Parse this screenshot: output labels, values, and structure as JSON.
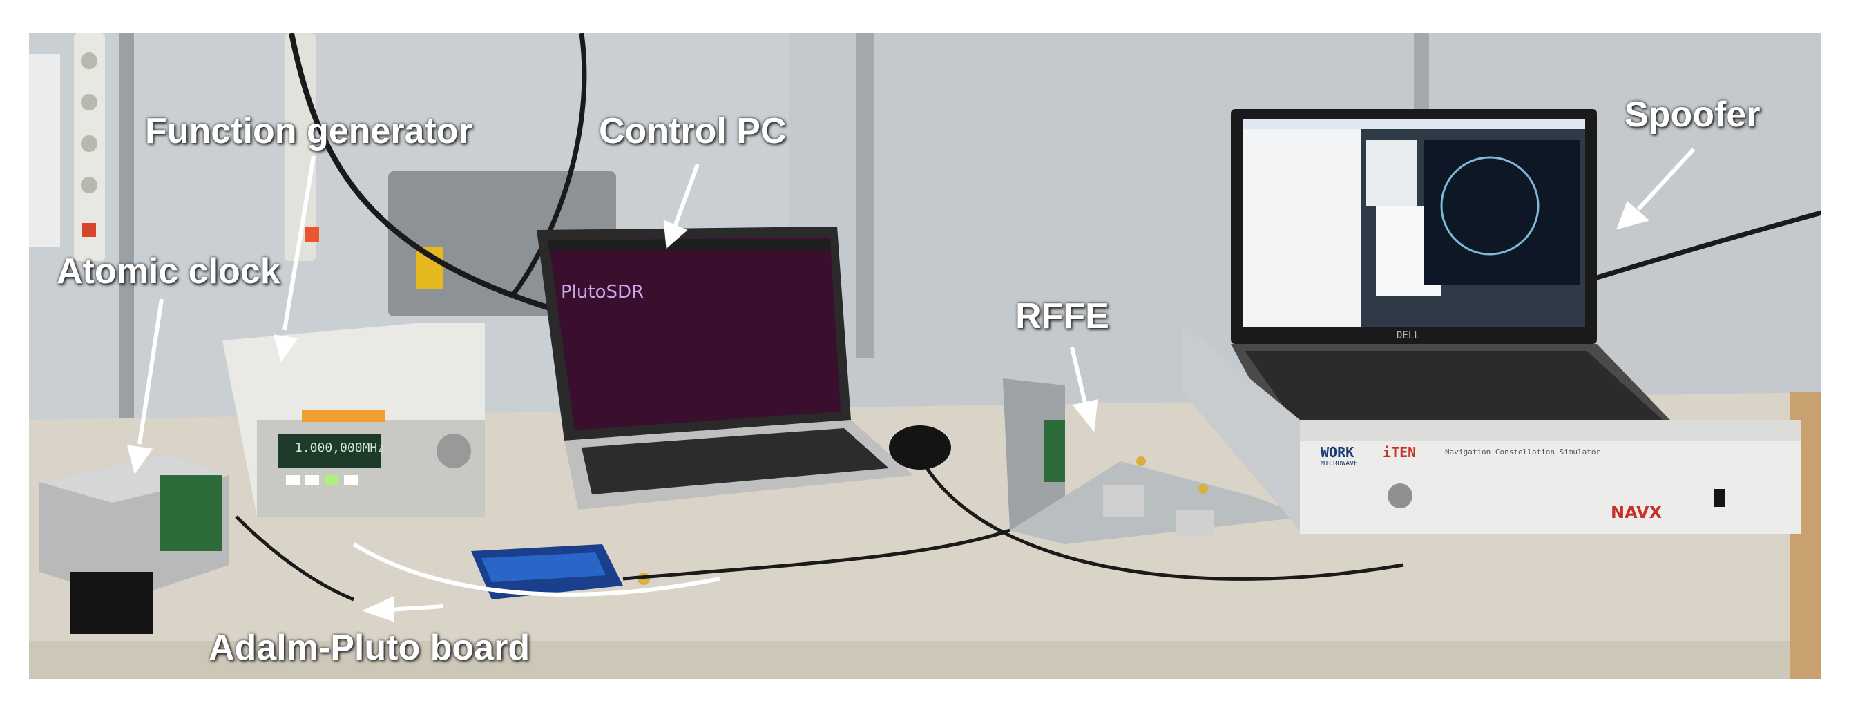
{
  "labels": {
    "function_generator": "Function generator",
    "atomic_clock": "Atomic clock",
    "control_pc": "Control PC",
    "rffe": "RFFE",
    "spoofer": "Spoofer",
    "adalm_pluto": "Adalm-Pluto board"
  },
  "device_text": {
    "generator_display": "1.000,000MHz",
    "pluto_logo": "PlutoSDR",
    "simulator_brand": "WORK",
    "simulator_brand_sub": "MICROWAVE",
    "simulator_partner": "iTEN",
    "simulator_title": "Navigation Constellation Simulator",
    "simulator_logo": "NAVX",
    "laptop_brand": "DELL"
  },
  "colors": {
    "label_text": "#ffffff",
    "arrow": "#ffffff",
    "wall": "#cfd4d6",
    "table": "#d8d3c6",
    "terminal": "#3a0f2e"
  }
}
